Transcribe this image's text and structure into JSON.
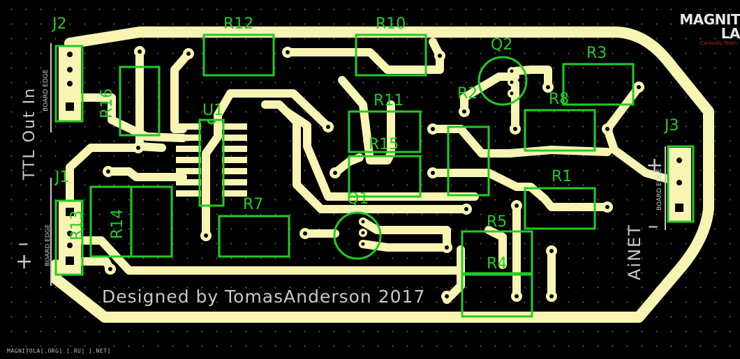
{
  "board": {
    "colors": {
      "background": "#000000",
      "copper": "#f8f5b4",
      "silkscreen": "#22cc22",
      "text": "#c8c8c8"
    },
    "labels": {
      "J2": "J2",
      "J1": "J1",
      "J3": "J3",
      "R1": "R1",
      "R2": "R2",
      "R3": "R3",
      "R4": "R4",
      "R5": "R5",
      "R7": "R7",
      "R8": "R8",
      "R10": "R10",
      "R11": "R11",
      "R12": "R12",
      "R13": "R13",
      "R14": "R14",
      "R15": "R15",
      "R16": "R16",
      "U1": "U1",
      "Q1": "Q1",
      "Q2": "Q2"
    },
    "ttl": "TTL Out In",
    "ainet": "AiNET",
    "plus": "+",
    "minus": "–",
    "board_edge": "BOARD EDGE",
    "credit": "Designed by TomasAnderson 2017"
  },
  "logo": {
    "title": "MAGNIT LA",
    "subtitle": "CarAudio Team"
  },
  "footer": "MAGNITOLA[.ORG] [.RU] [.NET]"
}
